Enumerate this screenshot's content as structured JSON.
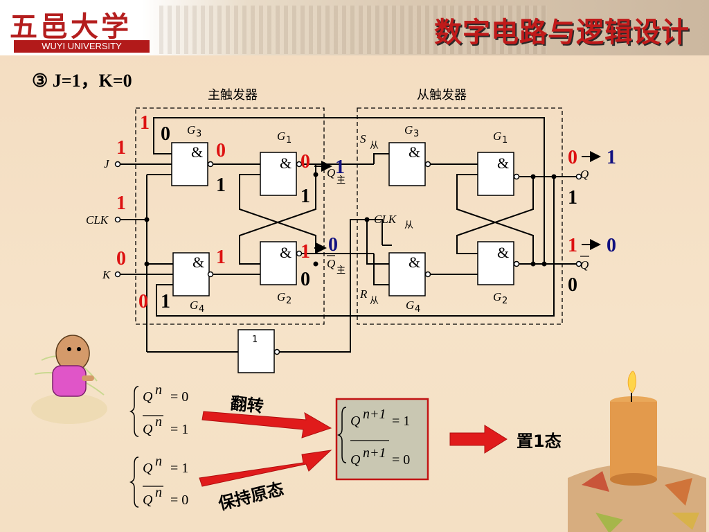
{
  "header": {
    "logo_cn": "五邑大学",
    "logo_en": "WUYI UNIVERSITY",
    "course_title": "数字电路与逻辑设计"
  },
  "case_label": "③  J=1，K=0",
  "diagram": {
    "master_label": "主触发器",
    "slave_label": "从触发器",
    "pins": {
      "J": "J",
      "CLK": "CLK",
      "K": "K",
      "Q": "Q",
      "Qbar": "Q",
      "S": "S",
      "R": "R",
      "CLK_slave": "CLK"
    },
    "subscripts": {
      "master": "主",
      "slave": "从"
    },
    "gates": {
      "and_symbol": "&",
      "not_symbol": "1",
      "G1": "G",
      "G2": "G",
      "G3": "G",
      "G4": "G",
      "n1": "1",
      "n2": "2",
      "n3": "3",
      "n4": "4"
    },
    "values": {
      "j_in": "1",
      "clk_in": "1",
      "k_in": "0",
      "g3_fb_in": "1",
      "g3_fb_in2": "0",
      "g3_out": "0",
      "g3_out2": "1",
      "g4_fb_in": "0",
      "g4_fb_in2": "1",
      "g4_out": "1",
      "mg1_out": "0",
      "mg1_out2": "1",
      "mg1_q": "1",
      "mg2_out": "1",
      "mg2_out2": "0",
      "mg2_q": "0",
      "q_old": "0",
      "q_new": "1",
      "q_in_low": "1",
      "qb_old": "1",
      "qb_new": "0",
      "qb_in_low": "0"
    }
  },
  "eqs": {
    "n": "n",
    "n1": "n+1",
    "q": "Q",
    "eq0": "= 0",
    "eq1": "= 1",
    "left_top_caption": "翻转",
    "left_bottom_caption": "保持原态",
    "result_caption": "置1态"
  },
  "colors": {
    "accent_red": "#dd1111",
    "blue": "#101080",
    "title_red": "#c01a1a",
    "box_bg": "#c9c7b2"
  }
}
